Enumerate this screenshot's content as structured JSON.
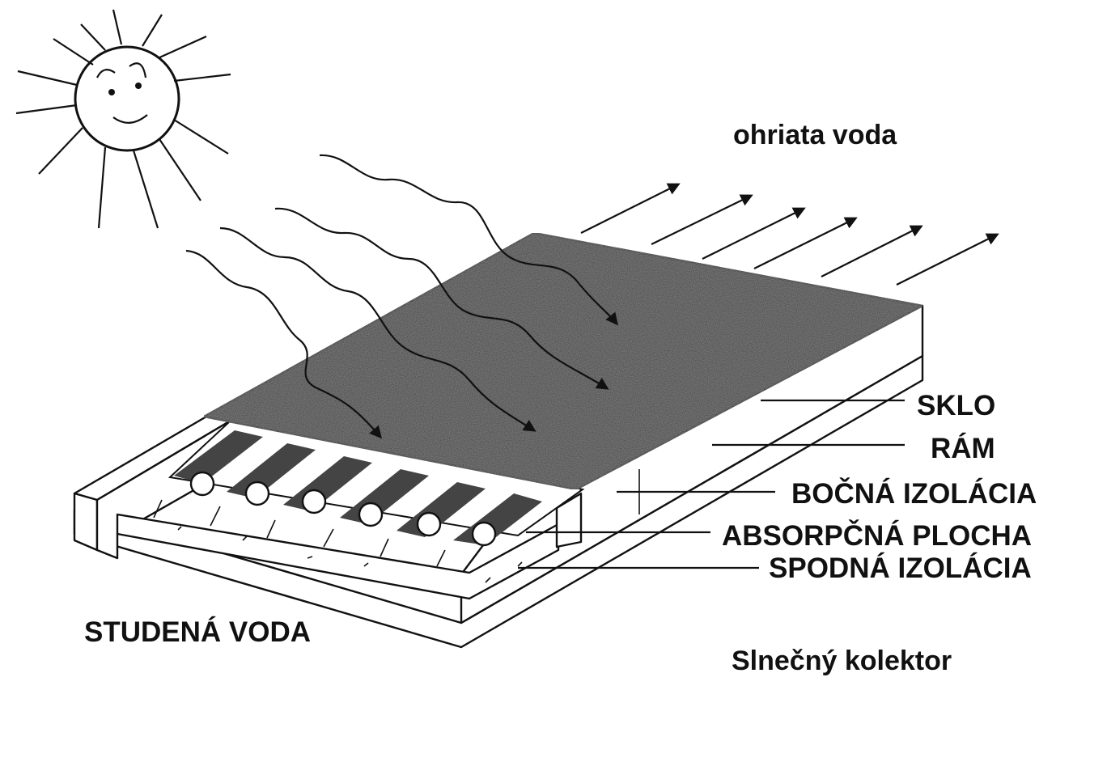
{
  "labels": {
    "hot_water": "ohriata voda",
    "cold_water": "STUDENÁ VODA",
    "caption": "Slnečný kolektor"
  },
  "parts": [
    {
      "key": "glass",
      "label": "SKLO"
    },
    {
      "key": "frame",
      "label": "RÁM"
    },
    {
      "key": "side_insulation",
      "label": "BOČNÁ IZOLÁCIA"
    },
    {
      "key": "absorber",
      "label": "ABSORPČNÁ PLOCHA"
    },
    {
      "key": "bottom_insulation",
      "label": "SPODNÁ IZOLÁCIA"
    }
  ],
  "colors": {
    "ink": "#111111",
    "glass_fill": "#3a3a3a",
    "background": "#ffffff"
  }
}
